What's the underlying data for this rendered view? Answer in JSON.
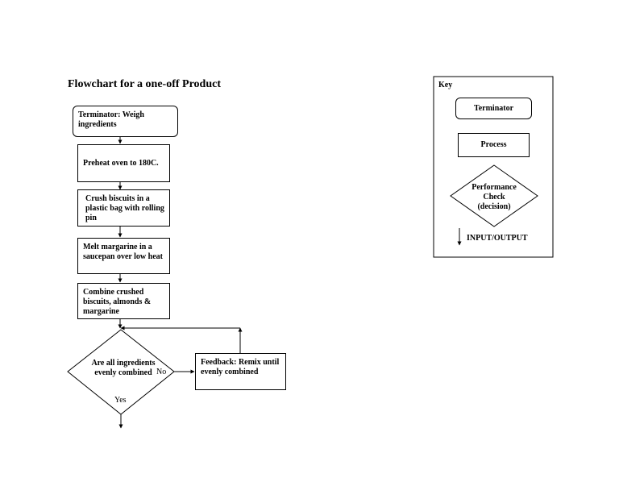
{
  "title": "Flowchart for a one-off Product",
  "flow": {
    "terminator": "Terminator: Weigh ingredients",
    "step1": "Preheat oven to 180C.",
    "step2": "Crush biscuits in a plastic bag with rolling pin",
    "step3": "Melt margarine in a saucepan over low heat",
    "step4": "Combine crushed biscuits, almonds & margarine",
    "decision": "Are all ingredients evenly combined",
    "no_label": "No",
    "yes_label": "Yes",
    "feedback": "Feedback: Remix until evenly combined"
  },
  "key": {
    "title": "Key",
    "terminator": "Terminator",
    "process": "Process",
    "decision": "Performance Check (decision)",
    "io": "INPUT/OUTPUT"
  }
}
